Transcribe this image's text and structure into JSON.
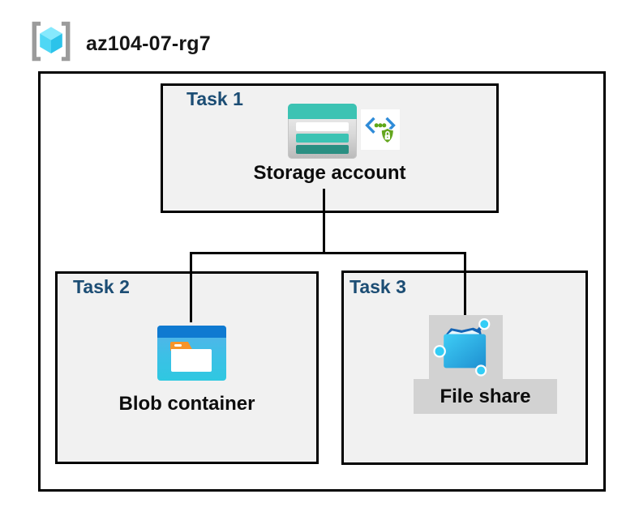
{
  "header": {
    "title": "az104-07-rg7"
  },
  "tasks": [
    {
      "label": "Task 1",
      "item": "Storage account"
    },
    {
      "label": "Task 2",
      "item": "Blob container"
    },
    {
      "label": "Task 3",
      "item": "File share"
    }
  ],
  "icons": {
    "resource_group": "resource-group-icon",
    "storage_account": "storage-account-icon",
    "sas_security": "code-brackets-shield-lock-icon",
    "blob_container": "blob-container-icon",
    "file_share": "file-share-icon"
  },
  "colors": {
    "task_label_navy": "#1c4d74",
    "box_background": "#f1f1f1",
    "box_border": "#000000",
    "highlight_gray": "#d2d2d2",
    "storage_teal": "#3cc3b3",
    "storage_teal_dark": "#2a8f82",
    "blob_header_blue": "#0f7ad1",
    "blob_body_cyan": "#3cc0e6",
    "folder_tab_orange": "#f79428",
    "fileshare_dark_blue": "#1464b4",
    "fileshare_node_cyan": "#33cdf6",
    "bracket_blue": "#2e8bd8",
    "shield_green": "#64a61e",
    "rg_bracket_gray": "#9b9b9b",
    "rg_cube_cyan": "#55dcf7"
  }
}
